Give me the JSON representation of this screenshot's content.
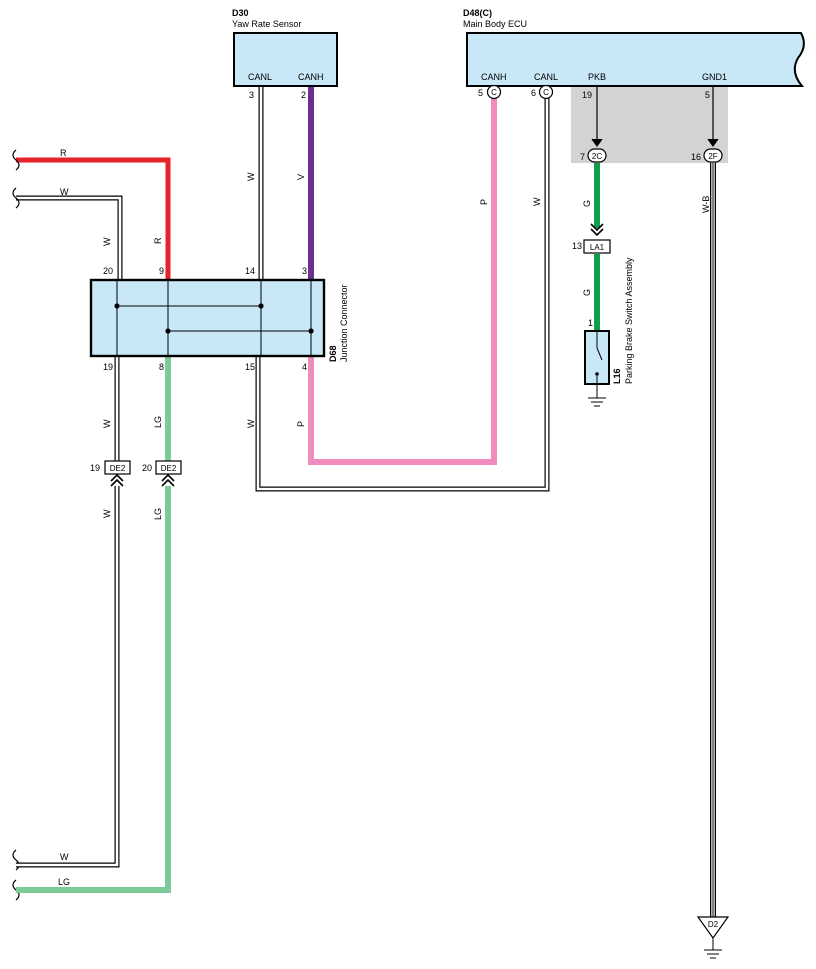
{
  "colors": {
    "red": "#e8222b",
    "violet": "#6a2f8f",
    "pink": "#f08bbd",
    "green": "#0da04a",
    "light_green": "#7ecb9a",
    "component_fill": "#c8e8f8",
    "ecu_shade": "#d3d3d5"
  },
  "yaw_sensor": {
    "code": "D30",
    "name": "Yaw Rate Sensor",
    "canl": "CANL",
    "canh": "CANH",
    "pin_canl": "3",
    "pin_canh": "2"
  },
  "ecu": {
    "code": "D48(C)",
    "name": "Main Body ECU",
    "canh": "CANH",
    "canl": "CANL",
    "pkb": "PKB",
    "gnd1": "GND1",
    "pin_canh": "5",
    "pin_canl": "6",
    "conn_c1": "C",
    "conn_c2": "C",
    "pin_pkb": "19",
    "pin_gnd1": "5",
    "pin_2c": "7",
    "conn_2c": "2C",
    "pin_2f": "16",
    "conn_2f": "2F"
  },
  "junction": {
    "code": "D68",
    "name": "Junction Connector",
    "pin_20": "20",
    "pin_9": "9",
    "pin_14": "14",
    "pin_3": "3",
    "pin_19": "19",
    "pin_8": "8",
    "pin_15": "15",
    "pin_4": "4"
  },
  "wires": {
    "red_in": "R",
    "white_in": "W",
    "white_drop": "W",
    "red_drop": "R",
    "can_w_upper": "W",
    "can_v_upper": "V",
    "can_p_ecu": "P",
    "can_w_ecu": "W",
    "pkb_g_upper": "G",
    "pkb_g_lower": "G",
    "gnd_wb": "W-B",
    "lower_w1": "W",
    "lower_lg1": "LG",
    "lower_w_can": "W",
    "lower_p_can": "P",
    "lower_w2": "W",
    "lower_lg2": "LG",
    "out_w": "W",
    "out_lg": "LG"
  },
  "connector_la1": {
    "pin": "13",
    "code": "LA1"
  },
  "connector_de2": {
    "pin_a": "19",
    "code_a": "DE2",
    "pin_b": "20",
    "code_b": "DE2"
  },
  "switch": {
    "code": "L16",
    "name": "Parking Brake Switch Assembly",
    "pin": "1"
  },
  "ground": {
    "code": "D2"
  }
}
